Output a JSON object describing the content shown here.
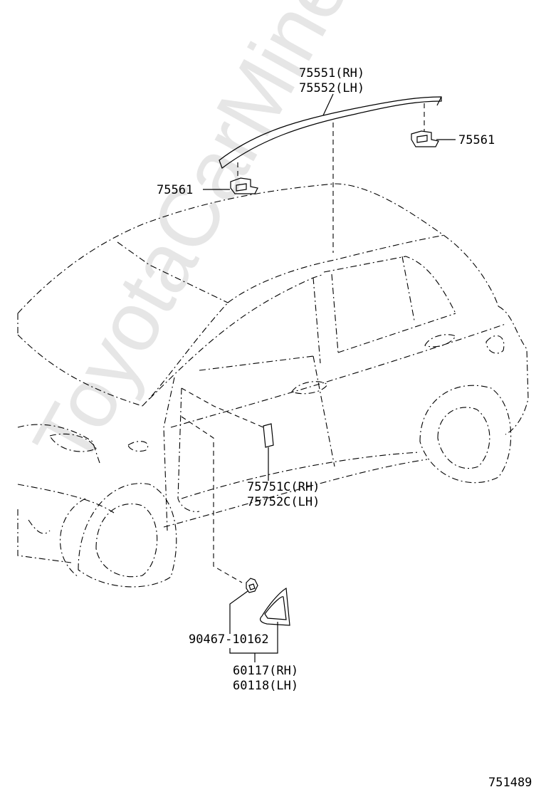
{
  "watermark": "ToyotaCarMine.ru",
  "labels": {
    "roof_molding_rh": "75551(RH)",
    "roof_molding_lh": "75552(LH)",
    "clip_right": "75561",
    "clip_left": "75561",
    "door_molding_rh": "75751C(RH)",
    "door_molding_lh": "75752C(LH)",
    "clip_part": "90467-10162",
    "cover_rh": "60117(RH)",
    "cover_lh": "60118(LH)"
  },
  "diagram_id": "751489"
}
